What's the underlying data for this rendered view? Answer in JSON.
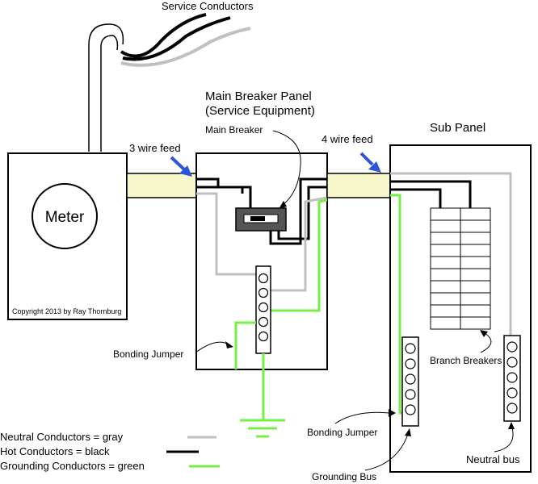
{
  "labels": {
    "service_conductors": "Service Conductors",
    "main_panel_line1": "Main Breaker Panel",
    "main_panel_line2": "(Service Equipment)",
    "main_breaker": "Main Breaker",
    "three_wire_feed": "3 wire feed",
    "four_wire_feed": "4 wire feed",
    "sub_panel": "Sub Panel",
    "meter": "Meter",
    "copyright": "Copyright 2013 by Ray Thornburg",
    "bonding_jumper_main": "Bonding Jumper",
    "bonding_jumper_sub": "Bonding Jumper",
    "branch_breakers": "Branch Breakers",
    "grounding_bus": "Grounding Bus",
    "neutral_bus": "Neutral bus"
  },
  "legend": [
    {
      "label": "Neutral Conductors = gray",
      "color": "#c0c0c0"
    },
    {
      "label": "Hot Conductors = black",
      "color": "#000000"
    },
    {
      "label": "Grounding Conductors = green",
      "color": "#77ee44"
    }
  ],
  "colors": {
    "neutral": "#c0c0c0",
    "hot": "#000000",
    "ground": "#77ee44",
    "conduit_fill": "#f7f7cc",
    "arrow": "#2e55d8",
    "breaker_body": "#555555"
  }
}
